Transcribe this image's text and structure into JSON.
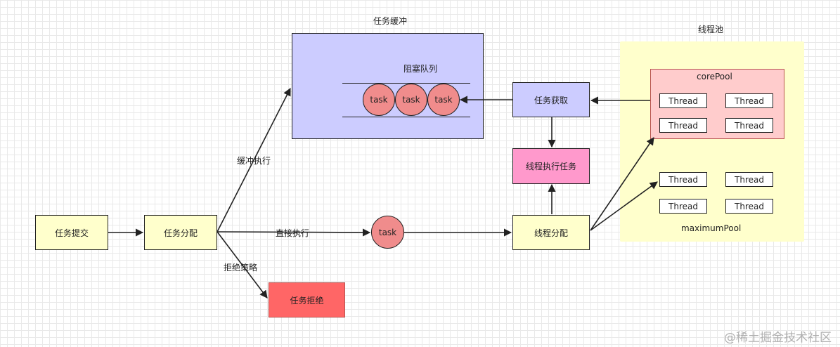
{
  "labels": {
    "task_buffer": "任务缓冲",
    "thread_pool": "线程池",
    "blocking_queue": "阻塞队列",
    "buffer_exec": "缓冲执行",
    "direct_exec": "直接执行",
    "reject_policy": "拒绝策略"
  },
  "nodes": {
    "submit": "任务提交",
    "dispatch": "任务分配",
    "reject": "任务拒绝",
    "fetch": "任务获取",
    "run": "线程执行任务",
    "thread_dispatch": "线程分配"
  },
  "queue_tasks": [
    "task",
    "task",
    "task"
  ],
  "direct_task": "task",
  "pool": {
    "core_title": "corePool",
    "core_threads": [
      "Thread",
      "Thread",
      "Thread",
      "Thread"
    ],
    "extra_threads": [
      "Thread",
      "Thread",
      "Thread",
      "Thread"
    ],
    "max_title": "maximumPool"
  },
  "watermark": "@稀土掘金技术社区",
  "colors": {
    "yellow": "#ffffcc",
    "blue": "#ccccff",
    "pink": "#ff99cc",
    "red": "#ff6666",
    "ball": "#f08c8c",
    "core": "#ffcccc"
  }
}
